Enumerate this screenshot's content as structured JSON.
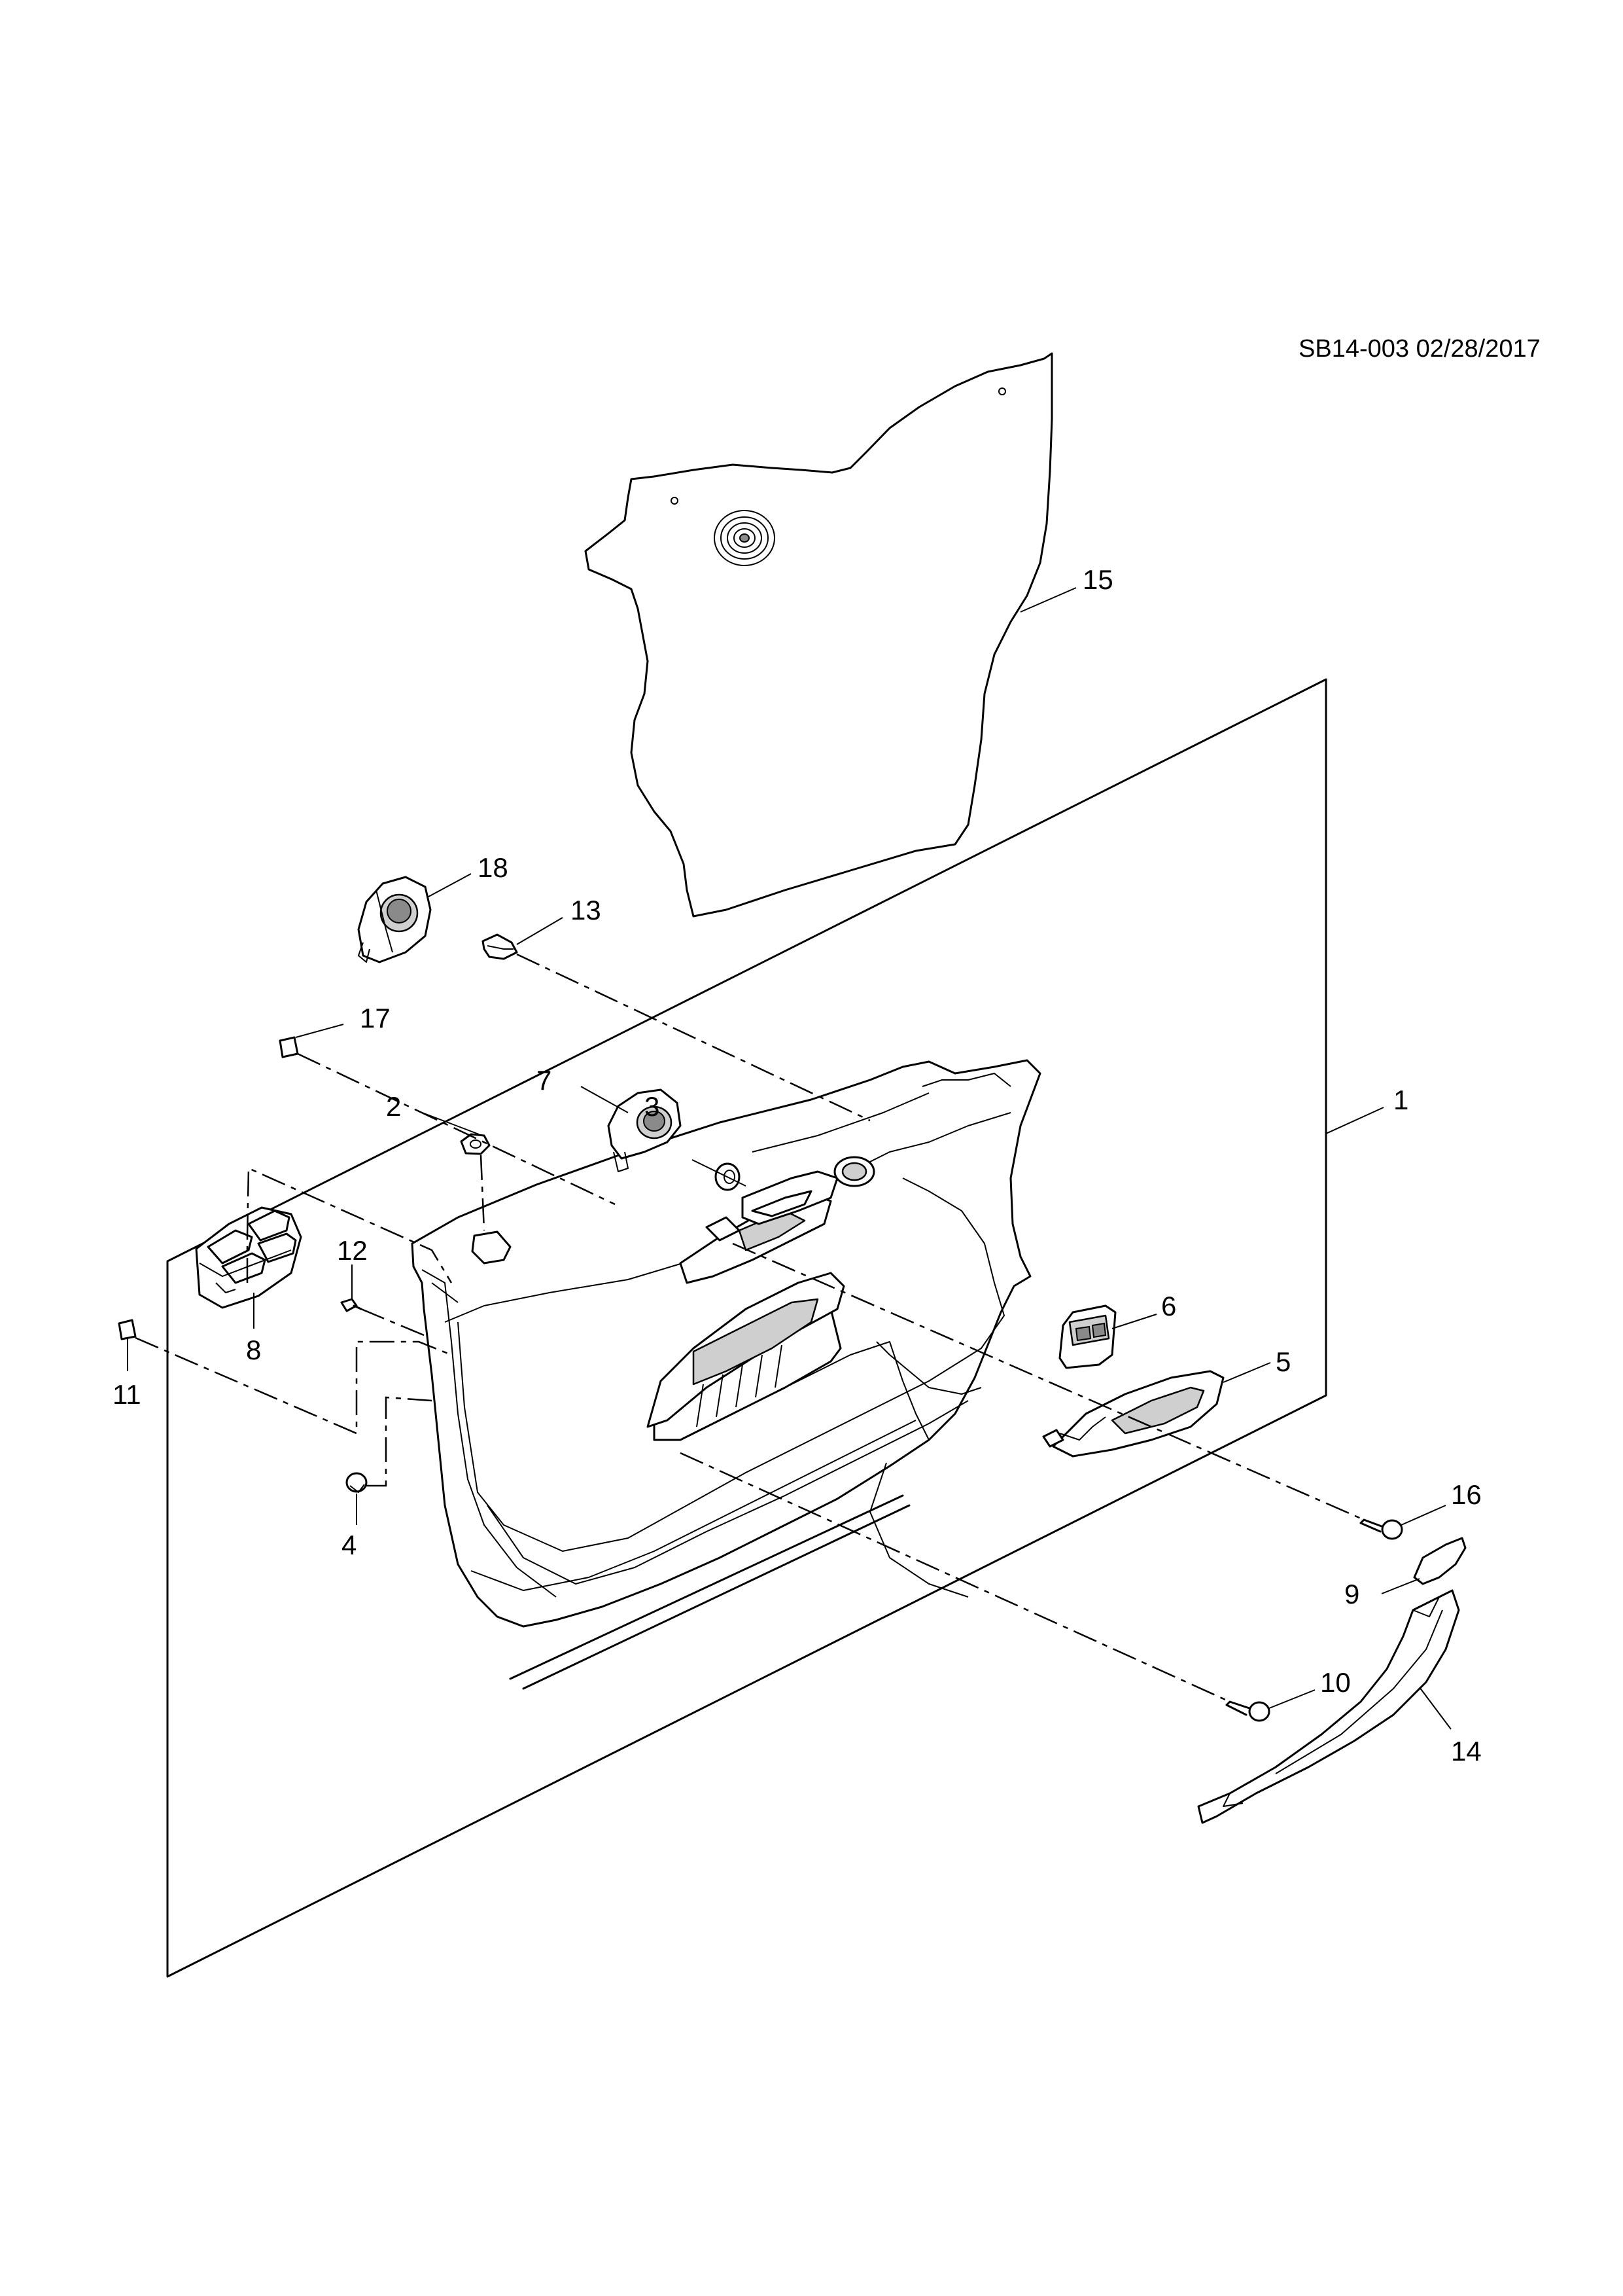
{
  "diagram": {
    "reference_code": "SB14-003 02/28/2017",
    "callouts": [
      {
        "id": "c1",
        "label": "1"
      },
      {
        "id": "c2",
        "label": "2"
      },
      {
        "id": "c3",
        "label": "3"
      },
      {
        "id": "c4",
        "label": "4"
      },
      {
        "id": "c5",
        "label": "5"
      },
      {
        "id": "c6",
        "label": "6"
      },
      {
        "id": "c7",
        "label": "7"
      },
      {
        "id": "c8",
        "label": "8"
      },
      {
        "id": "c9",
        "label": "9"
      },
      {
        "id": "c10",
        "label": "10"
      },
      {
        "id": "c11",
        "label": "11"
      },
      {
        "id": "c12",
        "label": "12"
      },
      {
        "id": "c13",
        "label": "13"
      },
      {
        "id": "c14",
        "label": "14"
      },
      {
        "id": "c15",
        "label": "15"
      },
      {
        "id": "c16",
        "label": "16"
      },
      {
        "id": "c17",
        "label": "17"
      },
      {
        "id": "c18",
        "label": "18"
      }
    ]
  }
}
